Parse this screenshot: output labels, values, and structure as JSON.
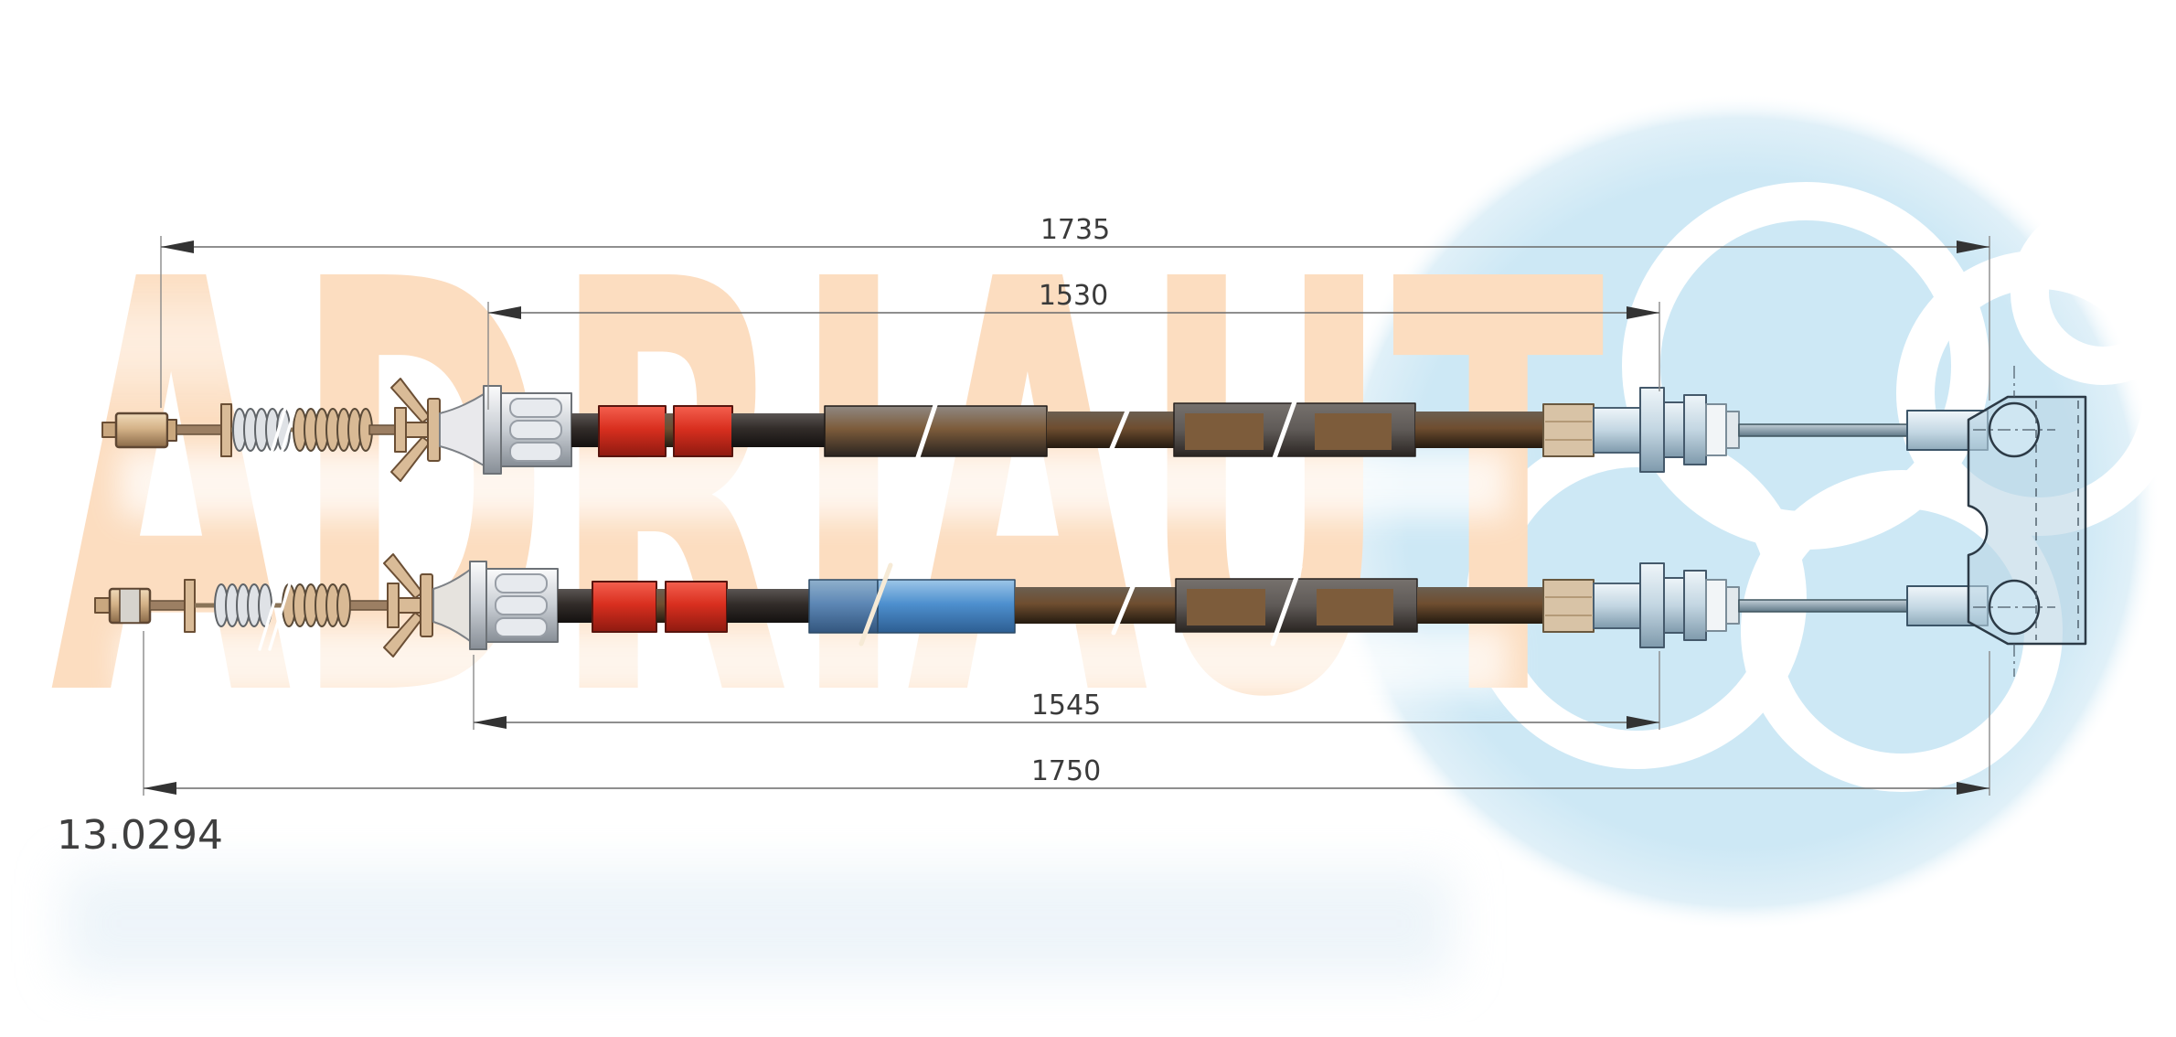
{
  "diagram": {
    "part_number": "13.0294",
    "dimensions": {
      "top_overall": "1735",
      "top_inner": "1530",
      "bottom_inner": "1545",
      "bottom_overall": "1750"
    },
    "watermark": {
      "brand": "ADRIAUT",
      "letter_color": "#fcddc0",
      "circle_color": "#cde8f5"
    },
    "marker_colors": {
      "red_band": "#d92f1f",
      "blue_sleeve": "#4e90cf"
    }
  }
}
